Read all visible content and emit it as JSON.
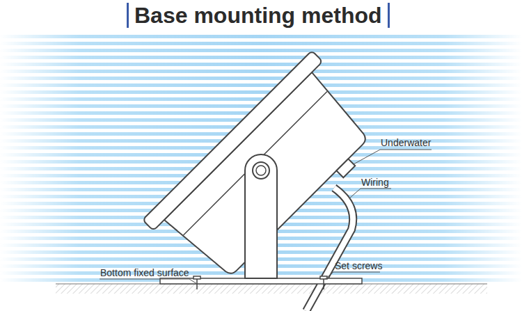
{
  "diagram": {
    "title": "Base mounting method",
    "labels": [
      "Underwater",
      "Wiring",
      "Bottom fixed surface",
      "Set screws"
    ]
  }
}
